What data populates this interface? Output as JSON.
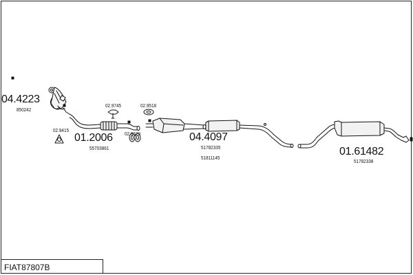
{
  "reference": "FIAT87807B",
  "parts": [
    {
      "id": "p1",
      "main": "04.4223",
      "subs": [
        "850242"
      ]
    },
    {
      "id": "p2",
      "main": "01.2006",
      "subs": [
        "55703861"
      ]
    },
    {
      "id": "p3",
      "main": "04.4097",
      "subs": [
        "51782335",
        "51811145"
      ]
    },
    {
      "id": "p4",
      "main": "01.61482",
      "subs": [
        "51782338"
      ]
    }
  ],
  "fittings": [
    {
      "id": "f1",
      "code": "02.9745"
    },
    {
      "id": "f2",
      "code": "02.9518"
    },
    {
      "id": "f3",
      "code": "02.9415"
    },
    {
      "id": "f4",
      "code": "02.9620"
    }
  ]
}
